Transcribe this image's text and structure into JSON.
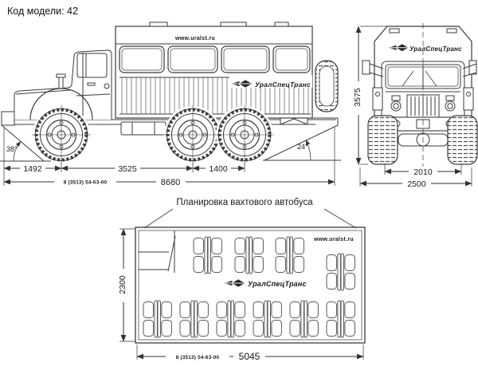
{
  "page": {
    "model_code": "Код модели: 42"
  },
  "branding": {
    "website": "www.uralst.ru",
    "company": "УралСпецТранс",
    "phone": "8 (3513) 54-63-00"
  },
  "side_view": {
    "dim_front_overhang": "1492",
    "dim_wheelbase": "3525",
    "dim_bogie_base": "1400",
    "dim_total_length": "8680",
    "angle_approach": "38°",
    "angle_departure": "24°"
  },
  "front_view": {
    "dim_height": "3575",
    "dim_track": "2010",
    "dim_width": "2500"
  },
  "floor_plan": {
    "title": "Планировка вахтового автобуса",
    "dim_width": "2300",
    "dim_length": "5045",
    "seating": {
      "top_row_groups": 3,
      "bottom_row_groups": 6,
      "right_side_groups": 1
    }
  }
}
